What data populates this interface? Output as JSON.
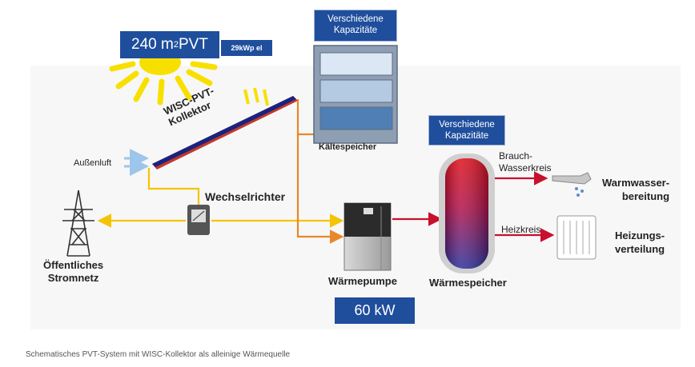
{
  "pvt_area": {
    "value": "240 m",
    "sup": "2",
    "suffix": " PVT"
  },
  "pvt_power": "29kWp el",
  "storage_capacities_cold": "Verschiedene Kapazitäte",
  "storage_capacities_heat": "Verschiedene Kapazitäte",
  "collector_label": "WISC-PVT-\nKollektor",
  "outdoor_air_label": "Außenluft",
  "inverter_label": "Wechselrichter",
  "grid_label": "Öffentliches\nStromnetz",
  "cold_storage_label": "Kältespeicher",
  "heat_pump_label": "Wärmepumpe",
  "heat_storage_label": "Wärmespeicher",
  "heat_pump_power": "60 kW",
  "domestic_water_circuit": "Brauch-\nWasserkreis",
  "heating_circuit": "Heizkreis",
  "hot_water_label": "Warmwasser-\nbereitung",
  "heating_distribution_label": "Heizungs-\nverteilung",
  "caption": "Schematisches PVT-System mit WISC-Kollektor als alleinige Wärmequelle",
  "colors": {
    "brand_blue": "#1f4e9c",
    "yellow_line": "#f5c400",
    "orange_line": "#e8872b",
    "red_line": "#c8102e",
    "sun": "#f7e000"
  }
}
